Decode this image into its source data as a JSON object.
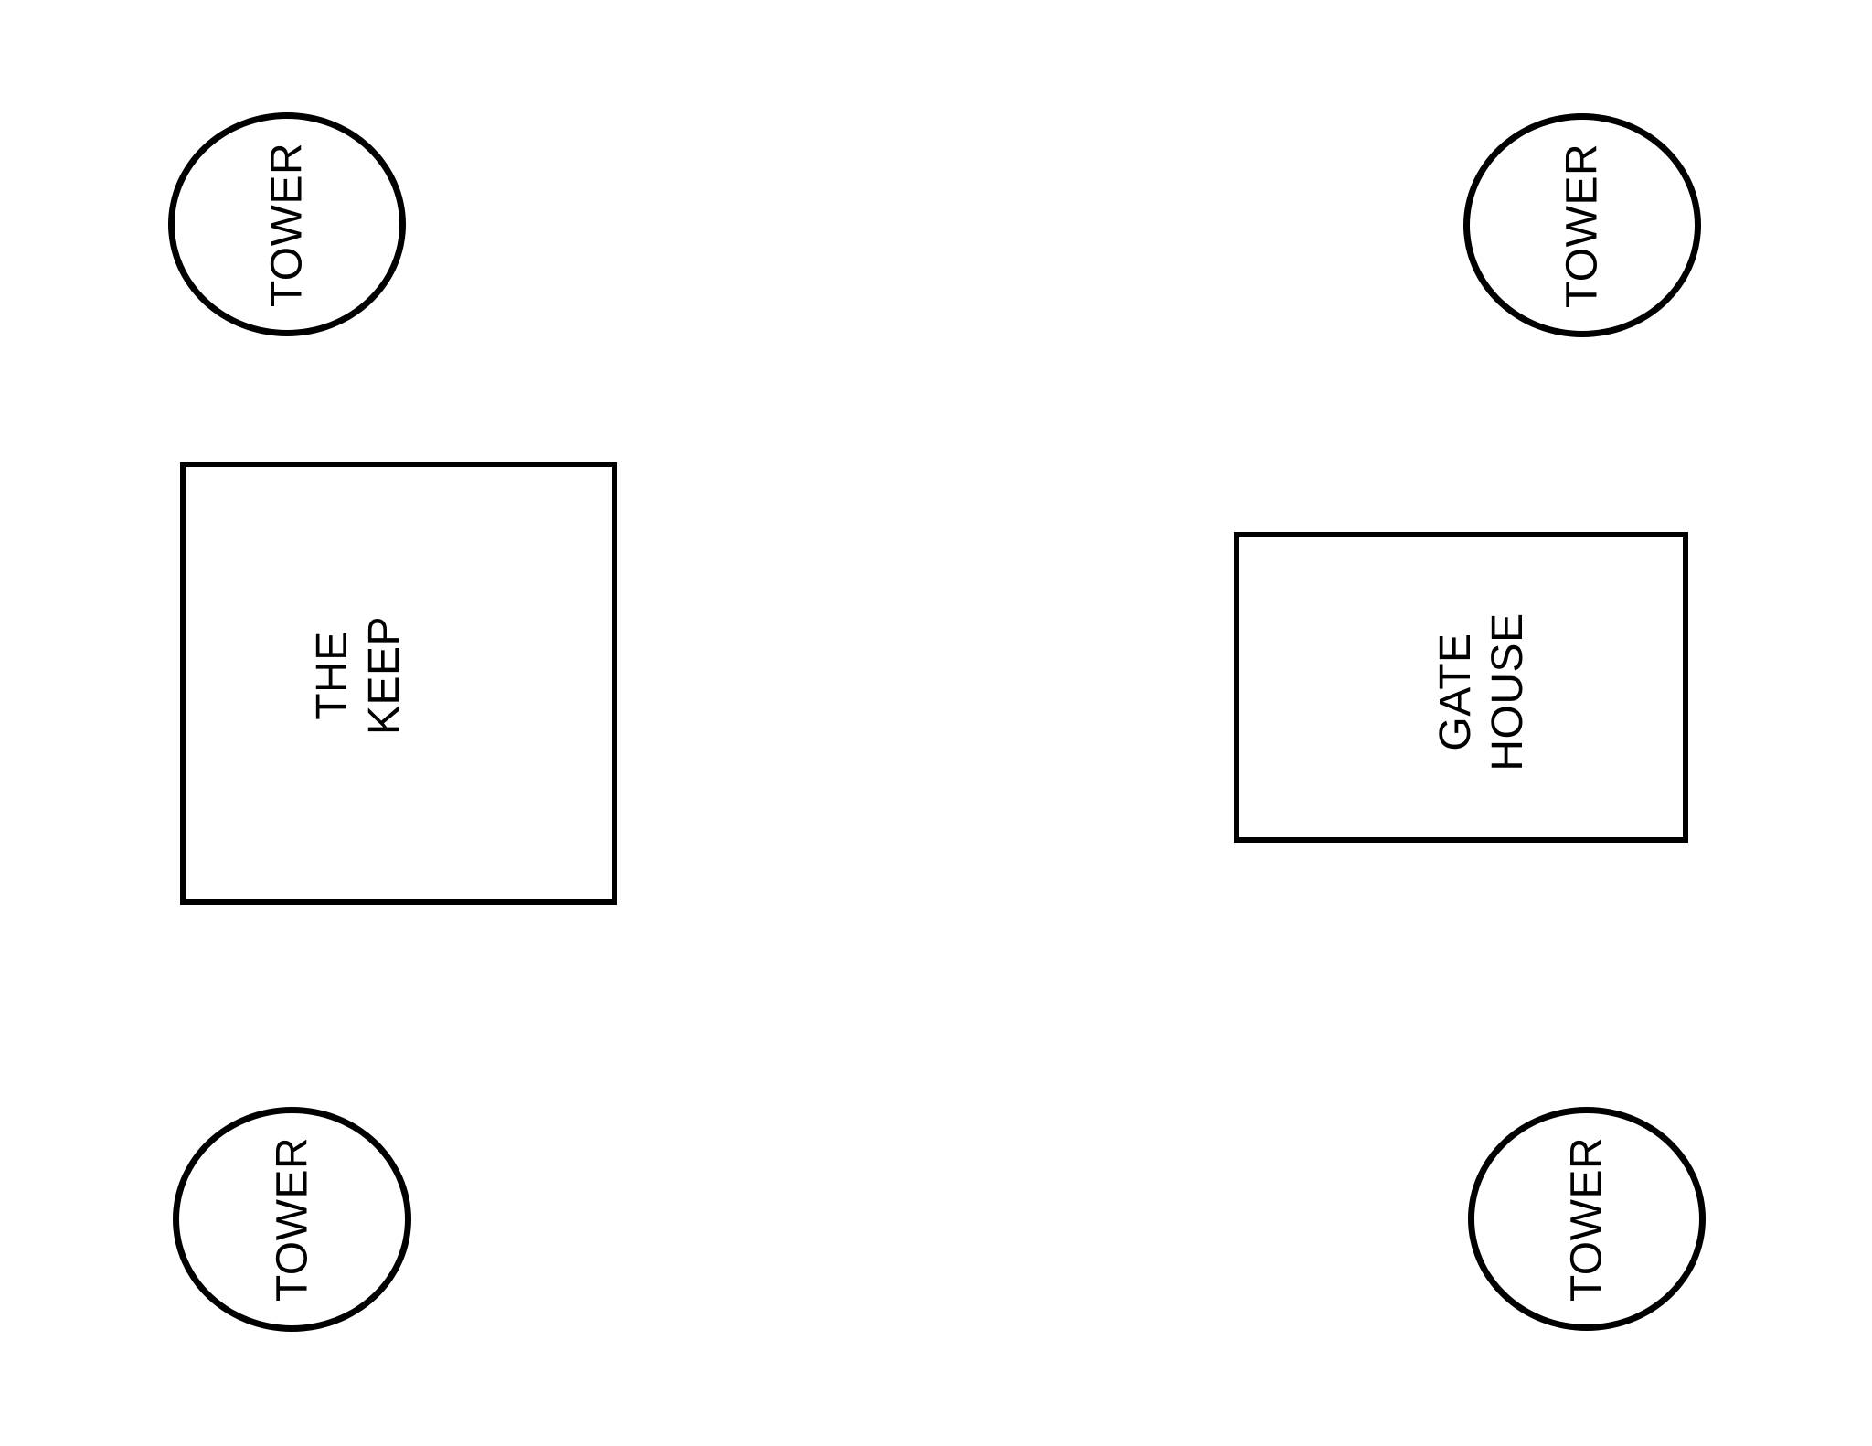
{
  "colors": {
    "background": "#ffffff",
    "line": "#000000",
    "text": "#000000"
  },
  "towers": {
    "top_left": {
      "label": "TOWER"
    },
    "top_right": {
      "label": "TOWER"
    },
    "bottom_left": {
      "label": "TOWER"
    },
    "bottom_right": {
      "label": "TOWER"
    }
  },
  "buildings": {
    "keep": {
      "label": "THE\nKEEP"
    },
    "gate_house": {
      "label": "GATE\nHOUSE"
    }
  }
}
